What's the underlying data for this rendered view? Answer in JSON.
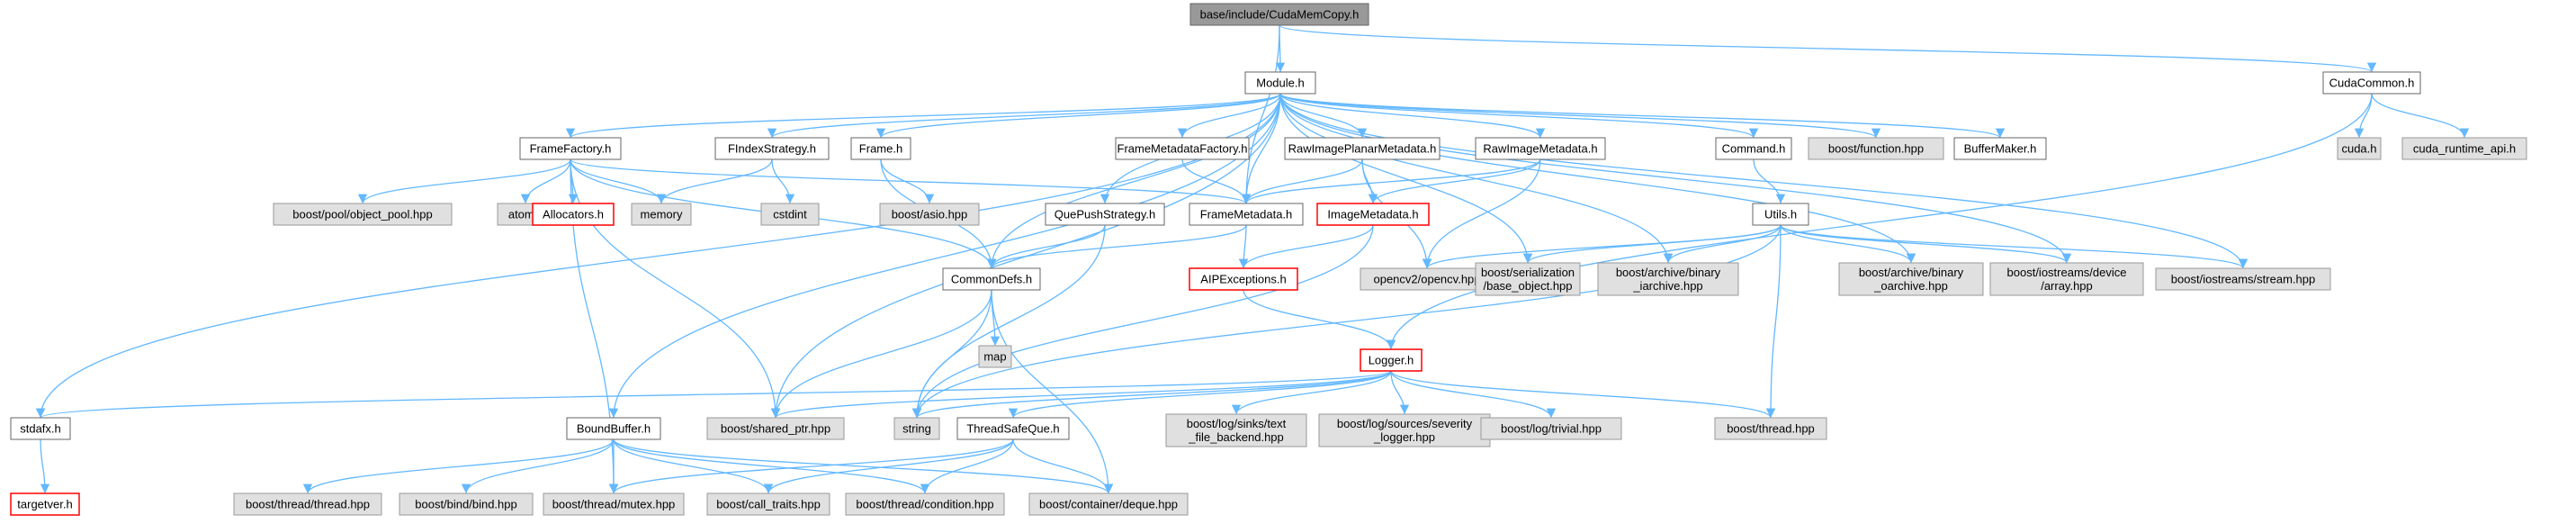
{
  "colors": {
    "edge": "#63b8ff",
    "node_fill": "#ffffff",
    "node_border": "#666666",
    "root_fill": "#999999",
    "system_fill": "#e0e0e0",
    "system_border": "#999999",
    "missing_border": "#ff0000"
  },
  "nodes": [
    {
      "id": "root",
      "kind": "root",
      "lines": [
        "base/include/CudaMemCopy.h"
      ]
    },
    {
      "id": "module",
      "kind": "normal",
      "lines": [
        "Module.h"
      ]
    },
    {
      "id": "cudacommon",
      "kind": "normal",
      "lines": [
        "CudaCommon.h"
      ]
    },
    {
      "id": "cuda_h",
      "kind": "system",
      "lines": [
        "cuda.h"
      ]
    },
    {
      "id": "cuda_runtime",
      "kind": "system",
      "lines": [
        "cuda_runtime_api.h"
      ]
    },
    {
      "id": "framefactory",
      "kind": "normal",
      "lines": [
        "FrameFactory.h"
      ]
    },
    {
      "id": "findex",
      "kind": "normal",
      "lines": [
        "FIndexStrategy.h"
      ]
    },
    {
      "id": "frame",
      "kind": "normal",
      "lines": [
        "Frame.h"
      ]
    },
    {
      "id": "fmfactory",
      "kind": "normal",
      "lines": [
        "FrameMetadataFactory.h"
      ]
    },
    {
      "id": "planar",
      "kind": "normal",
      "lines": [
        "RawImagePlanarMetadata.h"
      ]
    },
    {
      "id": "rawimg",
      "kind": "normal",
      "lines": [
        "RawImageMetadata.h"
      ]
    },
    {
      "id": "command",
      "kind": "normal",
      "lines": [
        "Command.h"
      ]
    },
    {
      "id": "bfunction",
      "kind": "system",
      "lines": [
        "boost/function.hpp"
      ]
    },
    {
      "id": "buffermaker",
      "kind": "normal",
      "lines": [
        "BufferMaker.h"
      ]
    },
    {
      "id": "objpool",
      "kind": "system",
      "lines": [
        "boost/pool/object_pool.hpp"
      ]
    },
    {
      "id": "atomic",
      "kind": "system",
      "lines": [
        "atomic"
      ]
    },
    {
      "id": "allocators",
      "kind": "missing",
      "lines": [
        "Allocators.h"
      ]
    },
    {
      "id": "memory",
      "kind": "system",
      "lines": [
        "memory"
      ]
    },
    {
      "id": "cstdint",
      "kind": "system",
      "lines": [
        "cstdint"
      ]
    },
    {
      "id": "basio",
      "kind": "system",
      "lines": [
        "boost/asio.hpp"
      ]
    },
    {
      "id": "quepush",
      "kind": "normal",
      "lines": [
        "QuePushStrategy.h"
      ]
    },
    {
      "id": "framemeta",
      "kind": "normal",
      "lines": [
        "FrameMetadata.h"
      ]
    },
    {
      "id": "imagemeta",
      "kind": "missing",
      "lines": [
        "ImageMetadata.h"
      ]
    },
    {
      "id": "utils",
      "kind": "normal",
      "lines": [
        "Utils.h"
      ]
    },
    {
      "id": "commondefs",
      "kind": "normal",
      "lines": [
        "CommonDefs.h"
      ]
    },
    {
      "id": "aip",
      "kind": "missing",
      "lines": [
        "AIPExceptions.h"
      ]
    },
    {
      "id": "opencv",
      "kind": "system",
      "lines": [
        "opencv2/opencv.hpp"
      ]
    },
    {
      "id": "serial",
      "kind": "system",
      "lines": [
        "boost/serialization",
        "/base_object.hpp"
      ]
    },
    {
      "id": "iarchive",
      "kind": "system",
      "lines": [
        "boost/archive/binary",
        "_iarchive.hpp"
      ]
    },
    {
      "id": "oarchive",
      "kind": "system",
      "lines": [
        "boost/archive/binary",
        "_oarchive.hpp"
      ]
    },
    {
      "id": "devarray",
      "kind": "system",
      "lines": [
        "boost/iostreams/device",
        "/array.hpp"
      ]
    },
    {
      "id": "iostream",
      "kind": "system",
      "lines": [
        "boost/iostreams/stream.hpp"
      ]
    },
    {
      "id": "map",
      "kind": "system",
      "lines": [
        "map"
      ]
    },
    {
      "id": "logger",
      "kind": "missing",
      "lines": [
        "Logger.h"
      ]
    },
    {
      "id": "stdafx",
      "kind": "normal",
      "lines": [
        "stdafx.h"
      ]
    },
    {
      "id": "targetver",
      "kind": "missing",
      "lines": [
        "targetver.h"
      ]
    },
    {
      "id": "boundbuffer",
      "kind": "normal",
      "lines": [
        "BoundBuffer.h"
      ]
    },
    {
      "id": "sharedptr",
      "kind": "system",
      "lines": [
        "boost/shared_ptr.hpp"
      ]
    },
    {
      "id": "string",
      "kind": "system",
      "lines": [
        "string"
      ]
    },
    {
      "id": "threadsafeque",
      "kind": "normal",
      "lines": [
        "ThreadSafeQue.h"
      ]
    },
    {
      "id": "sinks",
      "kind": "system",
      "lines": [
        "boost/log/sinks/text",
        "_file_backend.hpp"
      ]
    },
    {
      "id": "severity",
      "kind": "system",
      "lines": [
        "boost/log/sources/severity",
        "_logger.hpp"
      ]
    },
    {
      "id": "trivial",
      "kind": "system",
      "lines": [
        "boost/log/trivial.hpp"
      ]
    },
    {
      "id": "bthread",
      "kind": "system",
      "lines": [
        "boost/thread.hpp"
      ]
    },
    {
      "id": "tthread",
      "kind": "system",
      "lines": [
        "boost/thread/thread.hpp"
      ]
    },
    {
      "id": "bind",
      "kind": "system",
      "lines": [
        "boost/bind/bind.hpp"
      ]
    },
    {
      "id": "mutex",
      "kind": "system",
      "lines": [
        "boost/thread/mutex.hpp"
      ]
    },
    {
      "id": "calltraits",
      "kind": "system",
      "lines": [
        "boost/call_traits.hpp"
      ]
    },
    {
      "id": "condition",
      "kind": "system",
      "lines": [
        "boost/thread/condition.hpp"
      ]
    },
    {
      "id": "deque",
      "kind": "system",
      "lines": [
        "boost/container/deque.hpp"
      ]
    }
  ],
  "edges": [
    [
      "root",
      "module"
    ],
    [
      "root",
      "cudacommon"
    ],
    [
      "root",
      "framemeta"
    ],
    [
      "cudacommon",
      "cuda_h"
    ],
    [
      "cudacommon",
      "cuda_runtime"
    ],
    [
      "cudacommon",
      "logger"
    ],
    [
      "module",
      "framefactory"
    ],
    [
      "module",
      "findex"
    ],
    [
      "module",
      "frame"
    ],
    [
      "module",
      "fmfactory"
    ],
    [
      "module",
      "planar"
    ],
    [
      "module",
      "rawimg"
    ],
    [
      "module",
      "command"
    ],
    [
      "module",
      "bfunction"
    ],
    [
      "module",
      "buffermaker"
    ],
    [
      "module",
      "framemeta"
    ],
    [
      "module",
      "quepush"
    ],
    [
      "module",
      "commondefs"
    ],
    [
      "module",
      "stdafx"
    ],
    [
      "module",
      "boundbuffer"
    ],
    [
      "module",
      "sharedptr"
    ],
    [
      "module",
      "serial"
    ],
    [
      "module",
      "iarchive"
    ],
    [
      "module",
      "oarchive"
    ],
    [
      "module",
      "devarray"
    ],
    [
      "module",
      "iostream"
    ],
    [
      "framefactory",
      "objpool"
    ],
    [
      "framefactory",
      "atomic"
    ],
    [
      "framefactory",
      "allocators"
    ],
    [
      "framefactory",
      "memory"
    ],
    [
      "framefactory",
      "framemeta"
    ],
    [
      "framefactory",
      "commondefs"
    ],
    [
      "framefactory",
      "sharedptr"
    ],
    [
      "framefactory",
      "mutex"
    ],
    [
      "findex",
      "memory"
    ],
    [
      "findex",
      "cstdint"
    ],
    [
      "frame",
      "basio"
    ],
    [
      "frame",
      "commondefs"
    ],
    [
      "fmfactory",
      "framemeta"
    ],
    [
      "planar",
      "framemeta"
    ],
    [
      "planar",
      "imagemeta"
    ],
    [
      "planar",
      "opencv"
    ],
    [
      "rawimg",
      "framemeta"
    ],
    [
      "rawimg",
      "imagemeta"
    ],
    [
      "rawimg",
      "opencv"
    ],
    [
      "command",
      "utils"
    ],
    [
      "utils",
      "opencv"
    ],
    [
      "utils",
      "serial"
    ],
    [
      "utils",
      "iarchive"
    ],
    [
      "utils",
      "oarchive"
    ],
    [
      "utils",
      "devarray"
    ],
    [
      "utils",
      "iostream"
    ],
    [
      "utils",
      "string"
    ],
    [
      "utils",
      "bthread"
    ],
    [
      "quepush",
      "commondefs"
    ],
    [
      "quepush",
      "string"
    ],
    [
      "framemeta",
      "commondefs"
    ],
    [
      "framemeta",
      "aip"
    ],
    [
      "imagemeta",
      "aip"
    ],
    [
      "imagemeta",
      "string"
    ],
    [
      "aip",
      "logger"
    ],
    [
      "commondefs",
      "map"
    ],
    [
      "commondefs",
      "sharedptr"
    ],
    [
      "commondefs",
      "string"
    ],
    [
      "commondefs",
      "deque"
    ],
    [
      "logger",
      "stdafx"
    ],
    [
      "logger",
      "sharedptr"
    ],
    [
      "logger",
      "string"
    ],
    [
      "logger",
      "threadsafeque"
    ],
    [
      "logger",
      "sinks"
    ],
    [
      "logger",
      "severity"
    ],
    [
      "logger",
      "trivial"
    ],
    [
      "logger",
      "bthread"
    ],
    [
      "stdafx",
      "targetver"
    ],
    [
      "boundbuffer",
      "tthread"
    ],
    [
      "boundbuffer",
      "bind"
    ],
    [
      "boundbuffer",
      "mutex"
    ],
    [
      "boundbuffer",
      "calltraits"
    ],
    [
      "boundbuffer",
      "condition"
    ],
    [
      "boundbuffer",
      "deque"
    ],
    [
      "threadsafeque",
      "mutex"
    ],
    [
      "threadsafeque",
      "calltraits"
    ],
    [
      "threadsafeque",
      "condition"
    ],
    [
      "threadsafeque",
      "deque"
    ]
  ]
}
